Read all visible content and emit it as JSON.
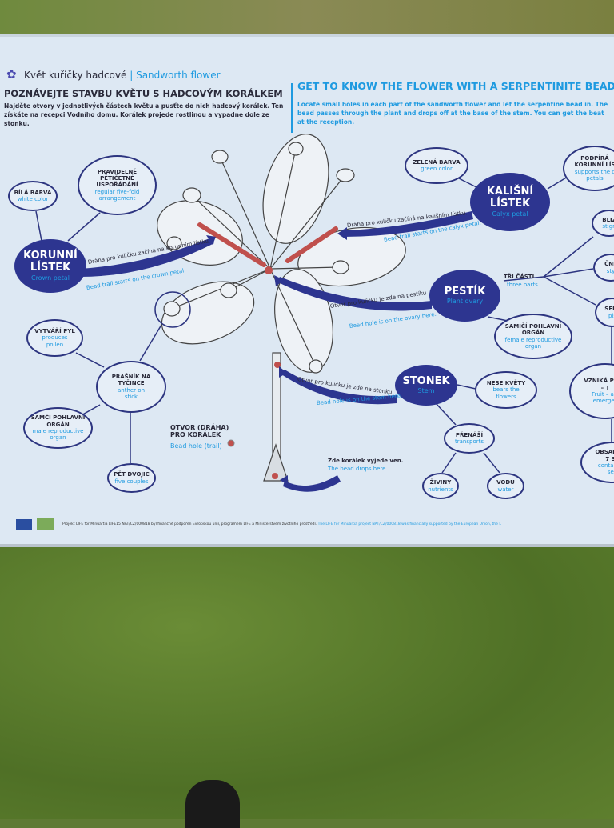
{
  "header": {
    "title_cz": "Květ kuřičky hadcové",
    "separator": "|",
    "title_en": "Sandworth flower"
  },
  "intro_cz": {
    "heading": "POZNÁVEJTE STAVBU KVĚTU S HADCOVÝM KORÁLKEM",
    "text": "Najděte otvory v jednotlivých částech květu a pusťte do nich hadcový korálek. Ten získáte na recepci Vodního domu. Korálek projede rostlinou a vypadne dole ze stonku."
  },
  "intro_en": {
    "heading": "GET TO KNOW THE FLOWER WITH A SERPENTINITE BEAD",
    "text": "Locate small holes in each part of the sandworth flower and let the serpentine bead in. The bead passes through the plant and drops off at the base of the stem. You can get the beat at the reception."
  },
  "parts": {
    "korunni": {
      "cz": "KORUNNÍ LÍSTEK",
      "en": "Crown petal",
      "trail_cz": "Dráha pro kuličku začíná na korunním lístku.",
      "trail_en": "Bead trail starts on the crown petal."
    },
    "kalisni": {
      "cz": "KALIŠNÍ LÍSTEK",
      "en": "Calyx petal",
      "trail_cz": "Dráha pro kuličku začíná na kališním lístku.",
      "trail_en": "Bead trail starts on the calyx petal."
    },
    "pestik": {
      "cz": "PESTÍK",
      "en": "Plant ovary",
      "trail_cz": "Otvor pro kuličku je zde na pestíku.",
      "trail_en": "Bead hole is on the ovary here.",
      "branch_cz": "TŘI ČÁSTI",
      "branch_en": "three parts"
    },
    "stonek": {
      "cz": "STONEK",
      "en": "Stem",
      "trail_cz": "Otvor pro kuličku je zde na stonku.",
      "trail_en": "Bead hole is on the stem here."
    }
  },
  "bubbles": {
    "bila": {
      "cz": "BÍLÁ BARVA",
      "en": "white color"
    },
    "pravidelne": {
      "cz": "PRAVIDELNÉ PĚTIČETNÉ USPOŘÁDÁNÍ",
      "en": "regular five-fold arrangement"
    },
    "zelena": {
      "cz": "ZELENÁ BARVA",
      "en": "green color"
    },
    "podpira": {
      "cz": "PODPÍRÁ KORUNNÍ LÍS",
      "en": "supports the c petals"
    },
    "bliz": {
      "cz": "BLIZ",
      "en": "stign"
    },
    "cne": {
      "cz": "ČNĚ",
      "en": "sty"
    },
    "semi": {
      "cz": "SEMI",
      "en": "pis"
    },
    "samici": {
      "cz": "SAMIČÍ POHLAVNÍ ORGÁN",
      "en": "female reproductive organ"
    },
    "vytvari": {
      "cz": "VYTVÁŘÍ PYL",
      "en": "produces pollen"
    },
    "prasnik": {
      "cz": "PRAŠNÍK NA TYČINCE",
      "en": "anther on stick"
    },
    "samci": {
      "cz": "SAMČÍ POHLAVNÍ ORGÁN",
      "en": "male reproductive organ"
    },
    "pet": {
      "cz": "PĚT DVOJIC",
      "en": "five couples"
    },
    "nese": {
      "cz": "NESE KVĚTY",
      "en": "bears the flowers"
    },
    "vznik": {
      "cz": "VZNIKÁ PLOD – T",
      "en": "Fruit – a c emerges"
    },
    "prenasi": {
      "cz": "PŘENÁŠÍ",
      "en": "transports"
    },
    "ziviny": {
      "cz": "ŽIVINY",
      "en": "nutrients"
    },
    "vodu": {
      "cz": "VODU",
      "en": "water"
    },
    "obsah": {
      "cz": "OBSAH ASI 7 SE",
      "en": "contains 7 see"
    }
  },
  "legend": {
    "cz": "OTVOR (DRÁHA) PRO KORÁLEK",
    "en": "Bead hole (trail)"
  },
  "drop": {
    "cz": "Zde korálek vyjede ven.",
    "en": "The bead drops here."
  },
  "footer": {
    "cz": "Projekt LIFE for Minuartia LIFE15 NAT/CZ/000818 byl finančně podpořen Evropskou unií, programem LIFE a Ministerstvem životního prostředí.",
    "en": "The LIFE for Minuartia project NAT/CZ/000818 was financially supported by the European Union, the L"
  },
  "colors": {
    "navy": "#2d3590",
    "cyan": "#1e9ae0",
    "panel": "#dde8f3",
    "bead": "#c0504d"
  }
}
